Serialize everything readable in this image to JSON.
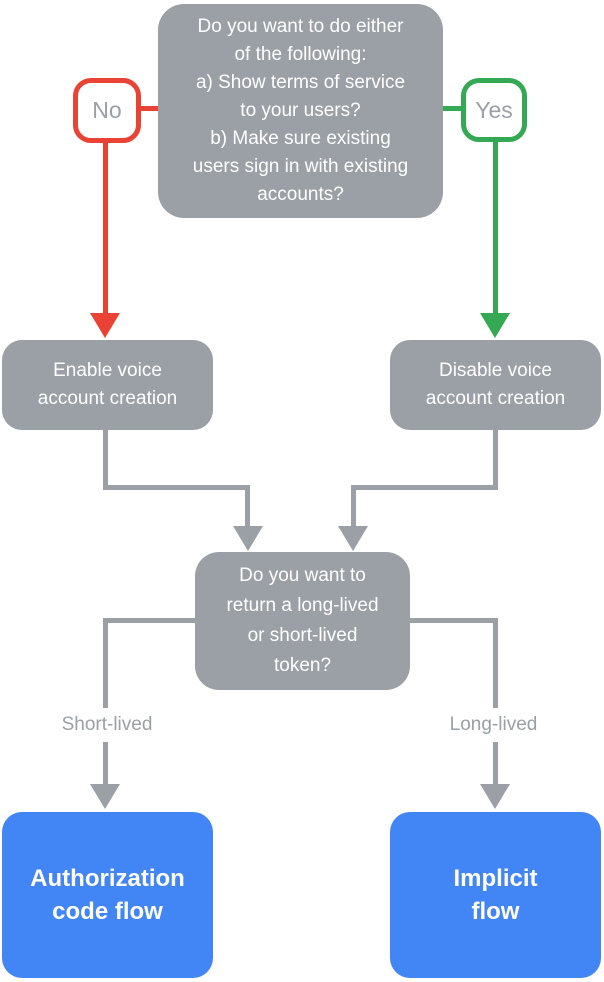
{
  "colors": {
    "background": "#ffffff",
    "node_gray": "#9aa0a6",
    "result_blue": "#4285f4",
    "no_red": "#ea4335",
    "yes_green": "#34a853",
    "connector_gray": "#9aa0a6",
    "decision_text_gray": "#9aa0a6",
    "node_text_white": "#ffffff"
  },
  "flowchart": {
    "start_question": "Do you want to do either\nof the following:\na) Show terms of service\nto your users?\nb) Make sure existing\nusers sign in with existing\naccounts?",
    "no_label": "No",
    "yes_label": "Yes",
    "no_result": "Enable voice\naccount creation",
    "yes_result": "Disable voice\naccount creation",
    "token_question": "Do you want to\nreturn a long-lived\nor short-lived\ntoken?",
    "short_lived_label": "Short-lived",
    "long_lived_label": "Long-lived",
    "short_lived_result": "Authorization\ncode flow",
    "long_lived_result": "Implicit\nflow"
  }
}
